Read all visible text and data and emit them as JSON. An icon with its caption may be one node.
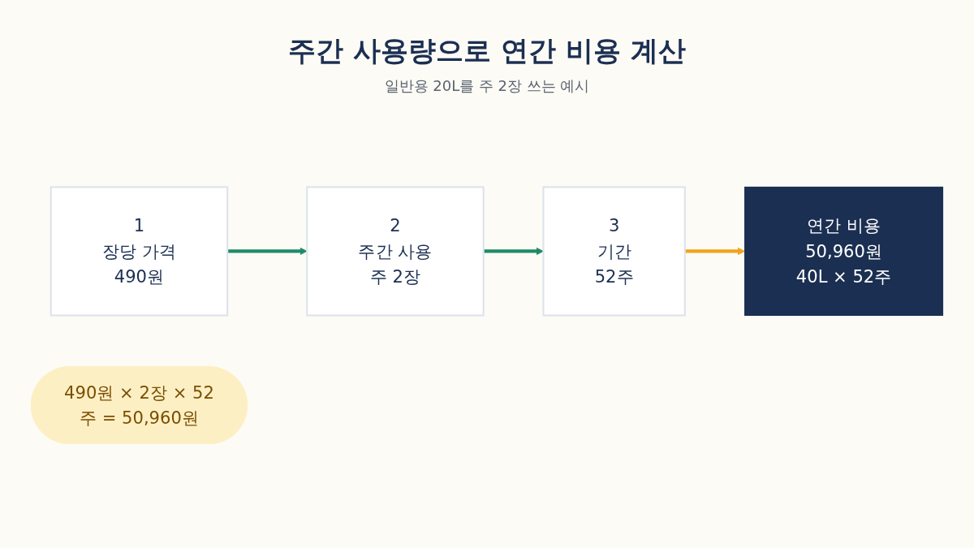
{
  "diagram": {
    "title": "주간 사용량으로 연간 비용 계산",
    "nodes": [
      {
        "text": [
          "1",
          "장당 가격",
          "490원"
        ]
      },
      {
        "text": [
          "2",
          "주간 사용",
          "주 2장"
        ]
      },
      {
        "text": [
          "3",
          "기간",
          "52주"
        ]
      },
      {
        "text": [
          "연간 비용",
          "50,960원",
          "40L × 52주"
        ]
      },
      {
        "text": [
          "490원 × 2장 × 52주 = 50,960원"
        ]
      }
    ],
    "edges": [
      {
        "from": 0,
        "to": 1,
        "arrow": "to"
      },
      {
        "from": 1,
        "to": 2,
        "arrow": "to"
      },
      {
        "from": 2,
        "to": 3,
        "arrow": "to",
        "color": "#f0a31c"
      }
    ],
    "labels": [
      "일반용 20L를 주 2장 쓰는 예시"
    ]
  }
}
